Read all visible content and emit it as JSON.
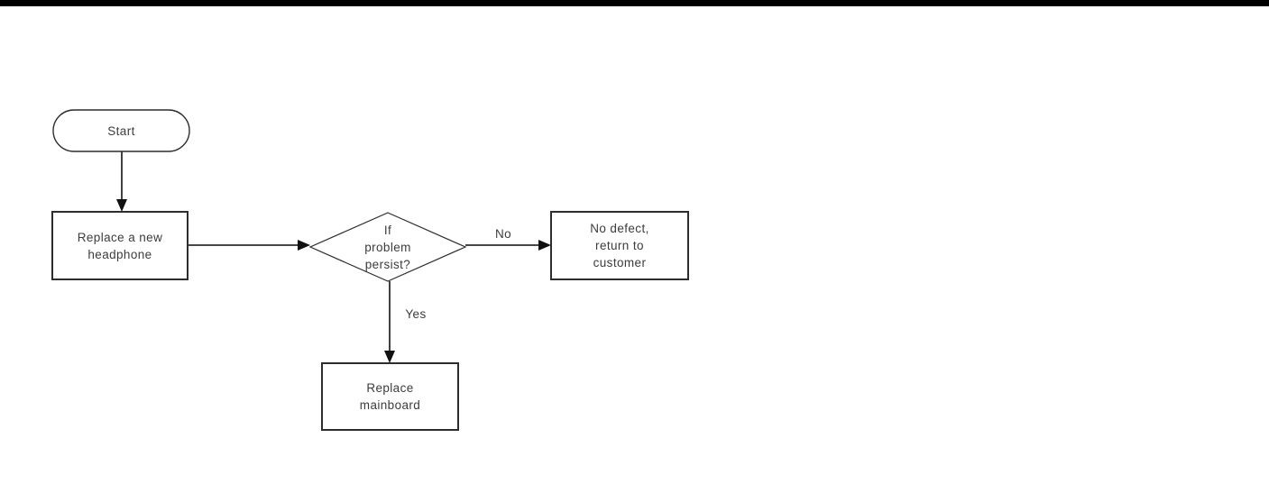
{
  "page": {
    "background_color": "#ffffff",
    "top_bar_color": "#000000",
    "line_color": "#2d2d2d",
    "text_color": "#3c3c3c"
  },
  "flowchart": {
    "nodes": {
      "start": {
        "type": "terminator",
        "label": "Start"
      },
      "replace_headphone": {
        "type": "process",
        "label": "Replace a new\nheadphone"
      },
      "problem_persist": {
        "type": "decision",
        "label": "If\nproblem\npersist?"
      },
      "no_defect": {
        "type": "process",
        "label": "No defect,\nreturn to\ncustomer"
      },
      "replace_mainboard": {
        "type": "process",
        "label": "Replace\nmainboard"
      }
    },
    "edges": {
      "start_to_replace_headphone": {
        "from": "start",
        "to": "replace_headphone",
        "label": ""
      },
      "replace_headphone_to_decision": {
        "from": "replace_headphone",
        "to": "problem_persist",
        "label": ""
      },
      "decision_no": {
        "from": "problem_persist",
        "to": "no_defect",
        "label": "No"
      },
      "decision_yes": {
        "from": "problem_persist",
        "to": "replace_mainboard",
        "label": "Yes"
      }
    }
  }
}
